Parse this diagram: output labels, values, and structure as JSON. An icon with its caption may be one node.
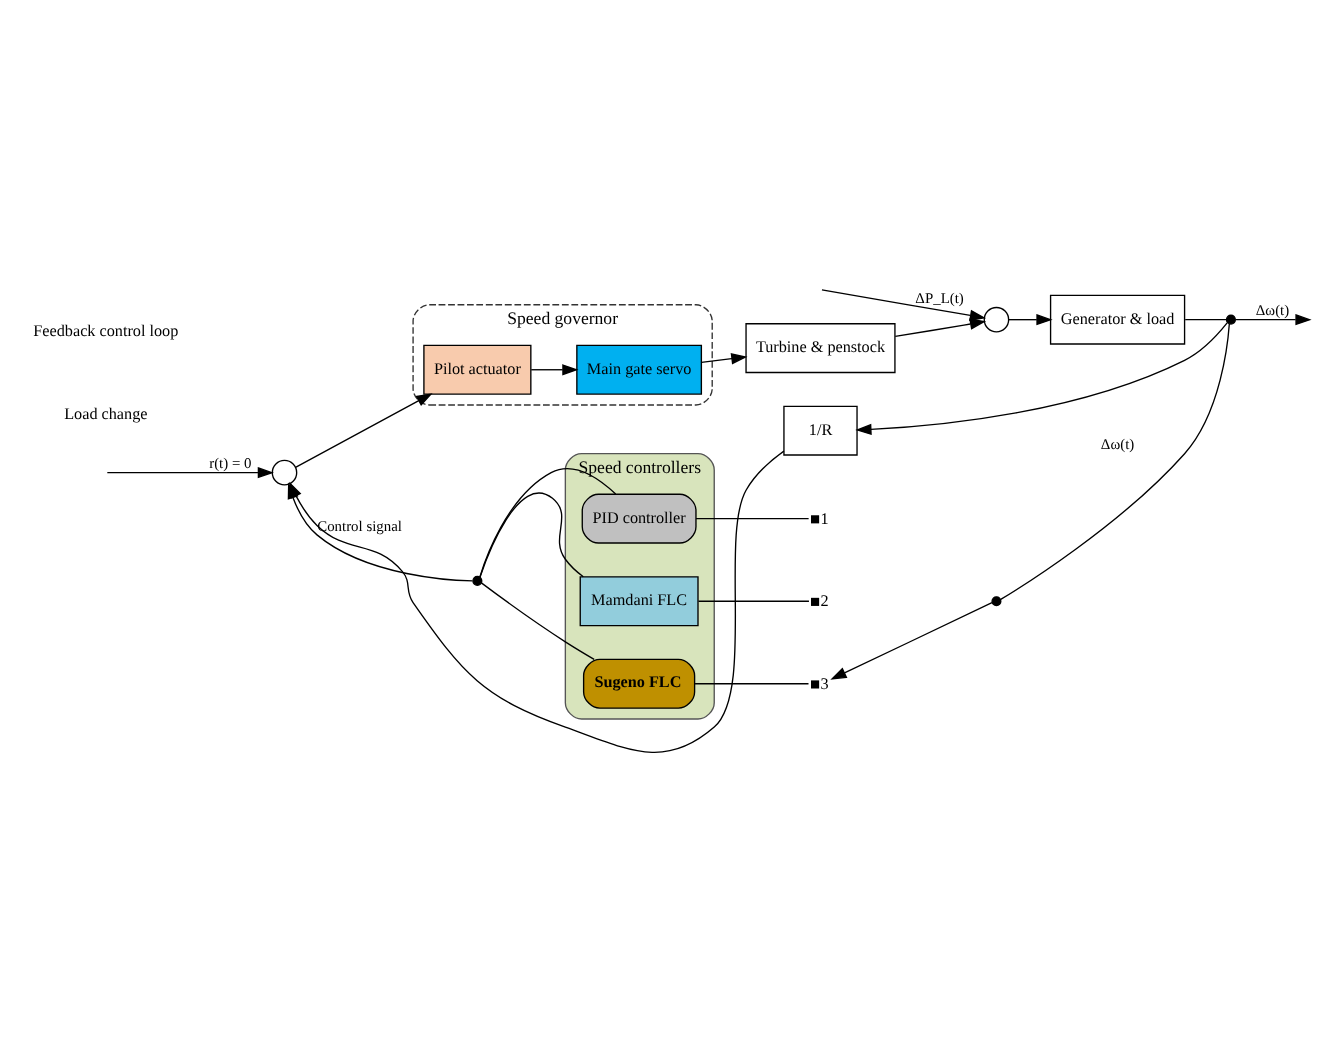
{
  "diagram": {
    "nodes": [
      {
        "text": [],
        "shape": "circle"
      },
      {
        "text": [
          "Speed governor"
        ]
      },
      {
        "text": [
          "Pilot actuator"
        ],
        "in": 1
      },
      {
        "text": [
          "Main gate servo"
        ],
        "in": 1
      },
      {
        "text": [
          "Turbine & penstock"
        ]
      },
      {
        "text": [],
        "shape": "circle"
      },
      {
        "text": [
          "Generator & load"
        ]
      },
      {
        "text": [],
        "shape": "dot"
      },
      {
        "text": [
          "1/R"
        ]
      },
      {
        "text": [
          "Speed controllers"
        ]
      },
      {
        "text": [
          "PID controller"
        ],
        "in": 9
      },
      {
        "text": [
          "Mamdani FLC"
        ],
        "in": 9
      },
      {
        "text": [
          "Sugeno FLC"
        ],
        "in": 9
      },
      {
        "text": [],
        "shape": "dot",
        "beside": [
          "1"
        ]
      },
      {
        "text": [],
        "shape": "dot",
        "beside": [
          "2"
        ]
      },
      {
        "text": [],
        "shape": "dot",
        "beside": [
          "3"
        ]
      },
      {
        "text": [],
        "shape": "dot"
      },
      {
        "text": [],
        "shape": "dot"
      }
    ],
    "edges": [
      {
        "from": null,
        "to": 0,
        "arrow": "to",
        "label": "r(t) = 0"
      },
      {
        "from": 0,
        "to": 2,
        "arrow": "to"
      },
      {
        "from": 2,
        "to": 3,
        "arrow": "to"
      },
      {
        "from": 3,
        "to": 4,
        "arrow": "to"
      },
      {
        "from": 4,
        "to": 5,
        "arrow": "to"
      },
      {
        "from": null,
        "to": 5,
        "arrow": "to",
        "label": "ΔP_L(t)"
      },
      {
        "from": 5,
        "to": 6,
        "arrow": "to"
      },
      {
        "from": 6,
        "to": 7,
        "arrow": "none"
      },
      {
        "from": 7,
        "to": null,
        "arrow": "to",
        "label": "Δω(t)"
      },
      {
        "from": 7,
        "to": 8,
        "arrow": "to"
      },
      {
        "from": 8,
        "to": 0,
        "arrow": "to"
      },
      {
        "from": 7,
        "to": 16,
        "arrow": "none",
        "label": "Δω(t)"
      },
      {
        "from": 16,
        "to": 15,
        "arrow": "to"
      },
      {
        "from": 10,
        "to": 13,
        "arrow": "none"
      },
      {
        "from": 11,
        "to": 14,
        "arrow": "none"
      },
      {
        "from": 12,
        "to": 15,
        "arrow": "none"
      },
      {
        "from": 10,
        "to": 17,
        "arrow": "none"
      },
      {
        "from": 11,
        "to": 17,
        "arrow": "none"
      },
      {
        "from": 12,
        "to": 17,
        "arrow": "none"
      },
      {
        "from": 17,
        "to": 0,
        "arrow": "to",
        "label": "Control signal"
      }
    ],
    "labels": [
      "Load change",
      "Feedback control loop"
    ]
  }
}
